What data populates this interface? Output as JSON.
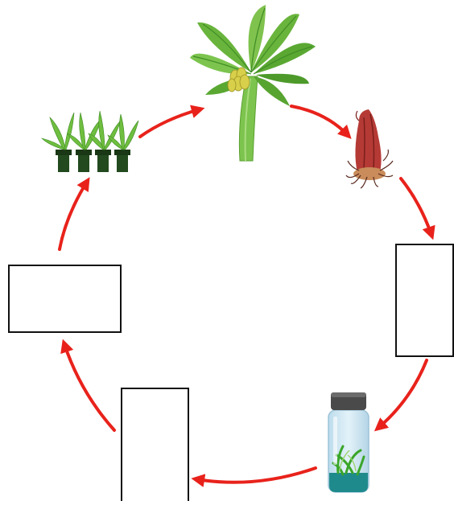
{
  "diagram": {
    "stages": [
      {
        "id": "banana-plant",
        "icon": "banana-plant-icon"
      },
      {
        "id": "sucker",
        "icon": "banana-sucker-icon"
      },
      {
        "id": "blank-right",
        "label": ""
      },
      {
        "id": "culture-jar",
        "icon": "tissue-culture-jar-icon"
      },
      {
        "id": "blank-bottom",
        "label": ""
      },
      {
        "id": "blank-left",
        "label": ""
      },
      {
        "id": "potted-plantlets",
        "icon": "potted-plantlets-icon"
      }
    ],
    "colors": {
      "arrow": "#e8221b",
      "leaf": "#69b43c",
      "leaf_dark": "#3f8c25",
      "trunk": "#7cc44e",
      "corm": "#b53a35",
      "pot": "#234a1e",
      "jar_glass": "#cfe8f4",
      "jar_lid": "#4a4a4a",
      "medium": "#1f8a8c"
    }
  }
}
